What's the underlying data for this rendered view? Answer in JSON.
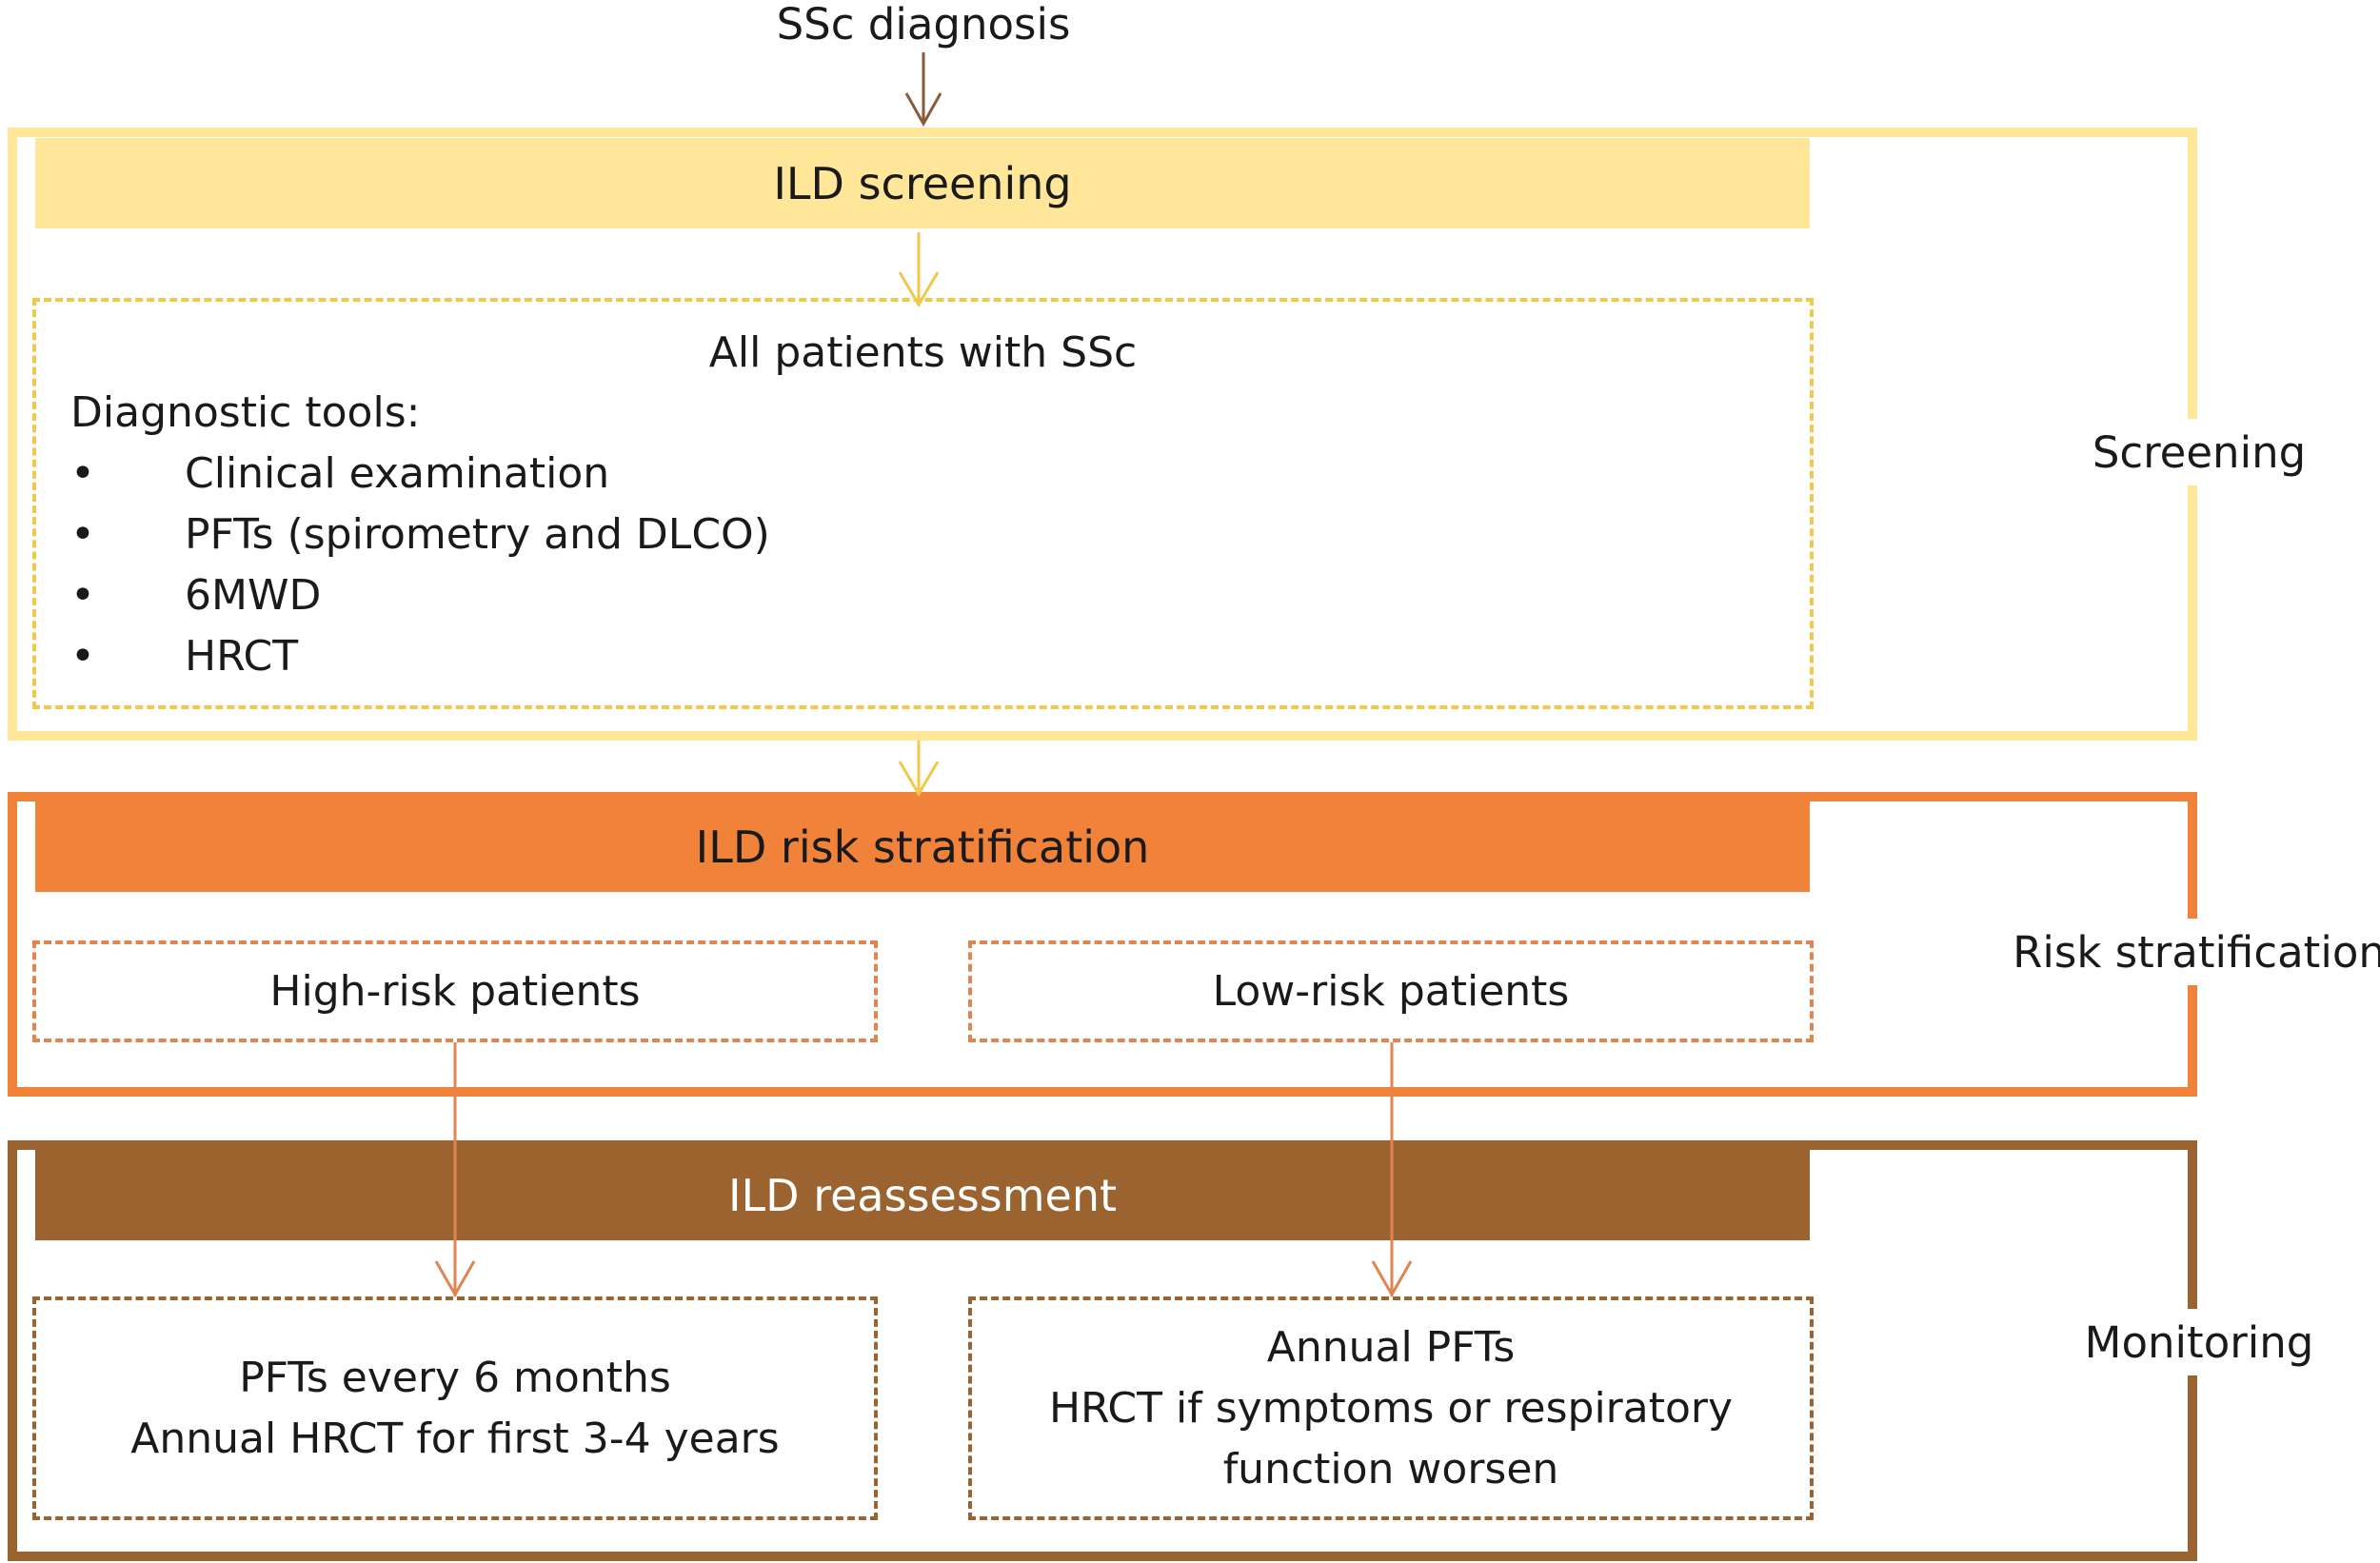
{
  "top": {
    "title": "SSc diagnosis"
  },
  "sections": {
    "screening": {
      "band_label": "ILD screening",
      "side_label": "Screening",
      "box_heading": "All patients with SSc",
      "tools_label": "Diagnostic tools:",
      "bullet": "•",
      "tools": [
        "Clinical examination",
        "PFTs (spirometry and DLCO)",
        "6MWD",
        "HRCT"
      ]
    },
    "risk": {
      "band_label": "ILD risk stratification",
      "side_label": "Risk stratification",
      "high": "High-risk patients",
      "low": "Low-risk patients"
    },
    "monitoring": {
      "band_label": "ILD reassessment",
      "side_label": "Monitoring",
      "left_lines": [
        "PFTs every 6 months",
        "Annual HRCT for first 3-4 years"
      ],
      "right_lines": [
        "Annual PFTs",
        "HRCT if  symptoms or respiratory",
        "function worsen"
      ]
    }
  },
  "colors": {
    "screening": "#ffe699",
    "screening_dash": "#f2c84b",
    "risk": "#f0823a",
    "monitoring": "#9a6330",
    "arrow_top": "#8b5a3c"
  }
}
